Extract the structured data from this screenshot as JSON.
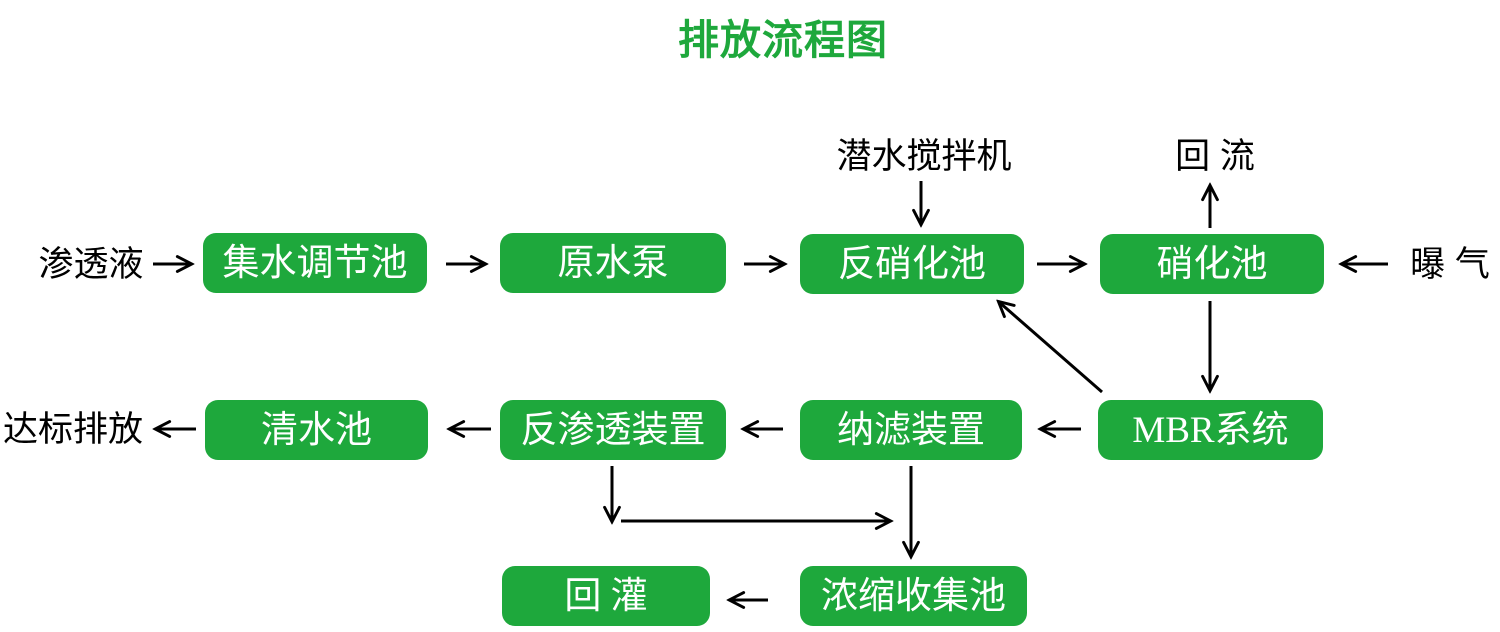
{
  "title": "排放流程图",
  "colors": {
    "green": "#1ea83c",
    "node_text": "#ffffff",
    "label": "#000000",
    "arrow": "#000000",
    "background": "#ffffff"
  },
  "nodes": {
    "collection_tank": {
      "label": "集水调节池"
    },
    "raw_water_pump": {
      "label": "原水泵"
    },
    "denitrification_tank": {
      "label": "反硝化池"
    },
    "nitrification_tank": {
      "label": "硝化池"
    },
    "clean_water_tank": {
      "label": "清水池"
    },
    "reverse_osmosis_unit": {
      "label": "反渗透装置"
    },
    "nanofiltration_unit": {
      "label": "纳滤装置"
    },
    "mbr_system": {
      "label": "MBR系统"
    },
    "reinjection": {
      "label": "回 灌"
    },
    "concentrate_collection_tank": {
      "label": "浓缩收集池"
    }
  },
  "external_labels": {
    "leachate": {
      "label": "渗透液"
    },
    "standard_discharge": {
      "label": "达标排放"
    },
    "submersible_mixer": {
      "label": "潜水搅拌机"
    },
    "reflux": {
      "label": "回 流"
    },
    "aeration": {
      "label": "曝 气"
    }
  },
  "edges": [
    {
      "from": "渗透液",
      "to": "集水调节池"
    },
    {
      "from": "集水调节池",
      "to": "原水泵"
    },
    {
      "from": "原水泵",
      "to": "反硝化池"
    },
    {
      "from": "反硝化池",
      "to": "硝化池"
    },
    {
      "from": "曝 气",
      "to": "硝化池"
    },
    {
      "from": "潜水搅拌机",
      "to": "反硝化池"
    },
    {
      "from": "硝化池",
      "to": "回 流"
    },
    {
      "from": "硝化池",
      "to": "MBR系统"
    },
    {
      "from": "MBR系统",
      "to": "反硝化池"
    },
    {
      "from": "MBR系统",
      "to": "纳滤装置"
    },
    {
      "from": "纳滤装置",
      "to": "反渗透装置"
    },
    {
      "from": "反渗透装置",
      "to": "清水池"
    },
    {
      "from": "清水池",
      "to": "达标排放"
    },
    {
      "from": "反渗透装置",
      "to": "浓缩收集池"
    },
    {
      "from": "纳滤装置",
      "to": "浓缩收集池"
    },
    {
      "from": "浓缩收集池",
      "to": "回 灌"
    }
  ]
}
